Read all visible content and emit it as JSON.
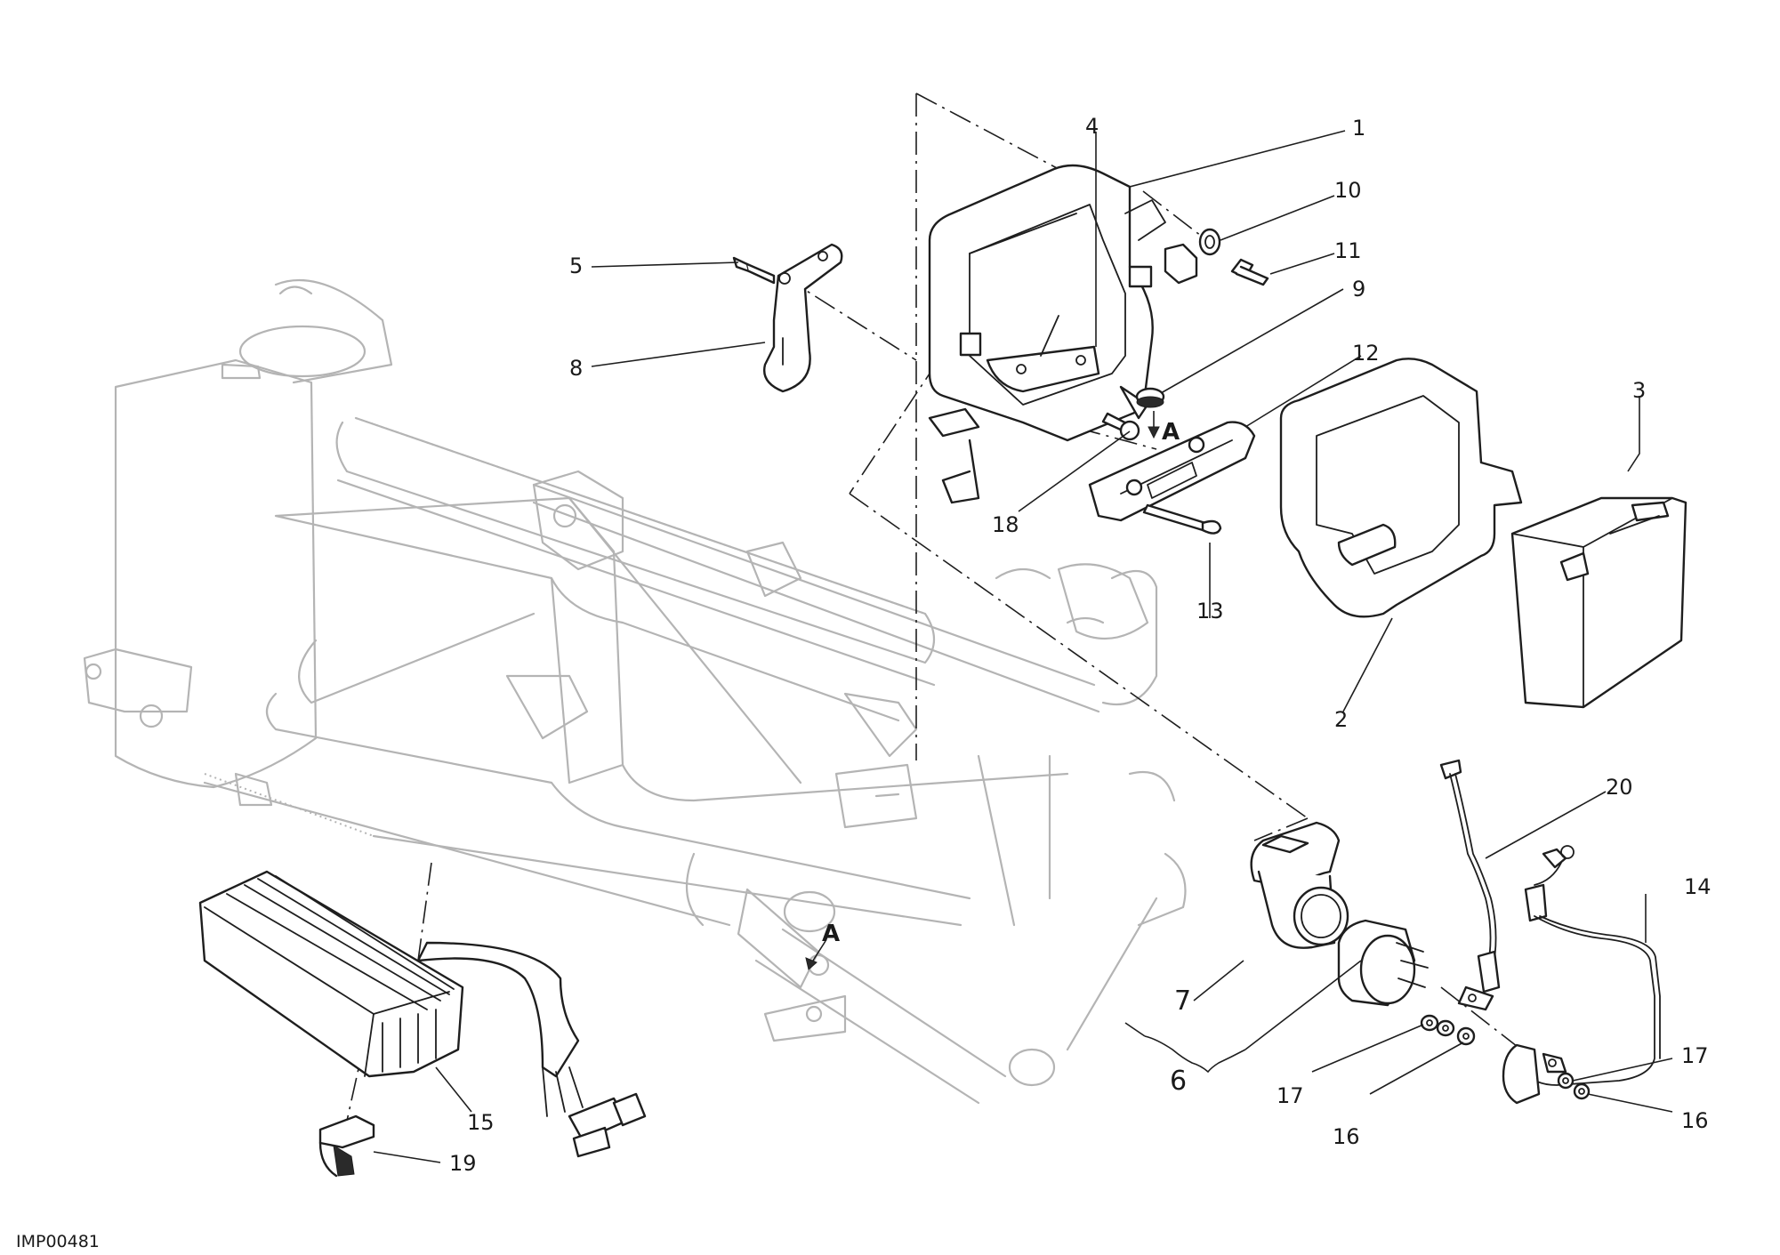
{
  "drawing_code": "IMP00481",
  "reference_letter": "A",
  "callouts": {
    "c1": "1",
    "c2": "2",
    "c3": "3",
    "c4": "4",
    "c5": "5",
    "c6": "6",
    "c7": "7",
    "c8": "8",
    "c9": "9",
    "c10": "10",
    "c11": "11",
    "c12": "12",
    "c13": "13",
    "c14": "14",
    "c15": "15",
    "c16a": "16",
    "c16b": "16",
    "c17a": "17",
    "c17b": "17",
    "c18": "18",
    "c19": "19",
    "c20": "20"
  }
}
